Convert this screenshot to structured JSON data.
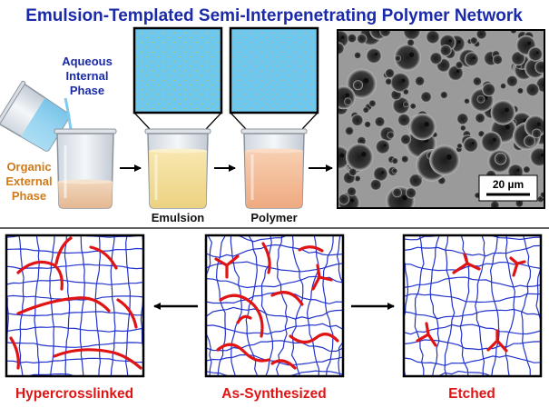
{
  "title": "Emulsion-Templated Semi-Interpenetrating Polymer Network",
  "top_row": {
    "aqueous_label": [
      "Aqueous",
      "Internal",
      "Phase"
    ],
    "organic_label": [
      "Organic",
      "External",
      "Phase"
    ],
    "emulsion_label": "Emulsion",
    "polymer_label": "Polymer",
    "scale_bar": "20 µm"
  },
  "bottom_row": {
    "hypercrosslinked_label": "Hypercrosslinked",
    "as_synthesized_label": "As-Synthesized",
    "etched_label": "Etched"
  },
  "colors": {
    "title": "#1a2aa8",
    "aqueous_phase": "#1a2aa8",
    "organic_phase": "#d07a18",
    "network_blue": "#2233cc",
    "chain_red": "#e01414",
    "droplet_fill": "#6ec8ee",
    "emulsion_border": "#e8c020",
    "polymer_border": "#e8a070"
  },
  "icons": [
    "pouring-beaker-icon",
    "organic-beaker-icon",
    "emulsion-beaker-icon",
    "polymer-beaker-icon",
    "arrow-right-icon",
    "arrow-left-icon",
    "sem-micrograph"
  ]
}
